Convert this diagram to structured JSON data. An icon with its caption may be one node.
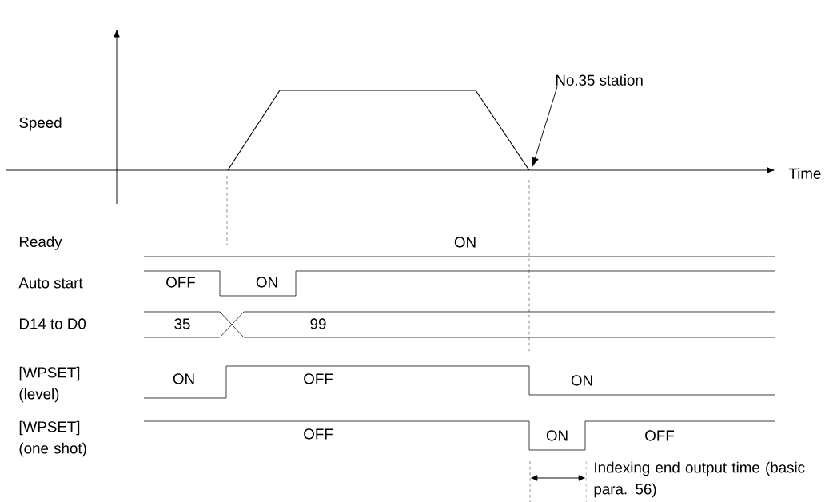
{
  "diagram": {
    "nodes": [
      {
        "text": [
          "No.35 station"
        ]
      },
      {
        "text": [],
        "shape": "line"
      }
    ],
    "edges": [
      {
        "from": 0,
        "to": 1,
        "arrow": "to"
      }
    ],
    "labels": [
      "Speed",
      "Time",
      "Ready",
      "ON",
      "Auto start",
      "OFF",
      "ON",
      "D14 to D0",
      "35",
      "99",
      "[WPSET] (level)",
      "ON",
      "OFF",
      "ON",
      "[WPSET] (one shot)",
      "OFF",
      "ON",
      "OFF",
      "Indexing end output time (basic para. 56)"
    ]
  }
}
